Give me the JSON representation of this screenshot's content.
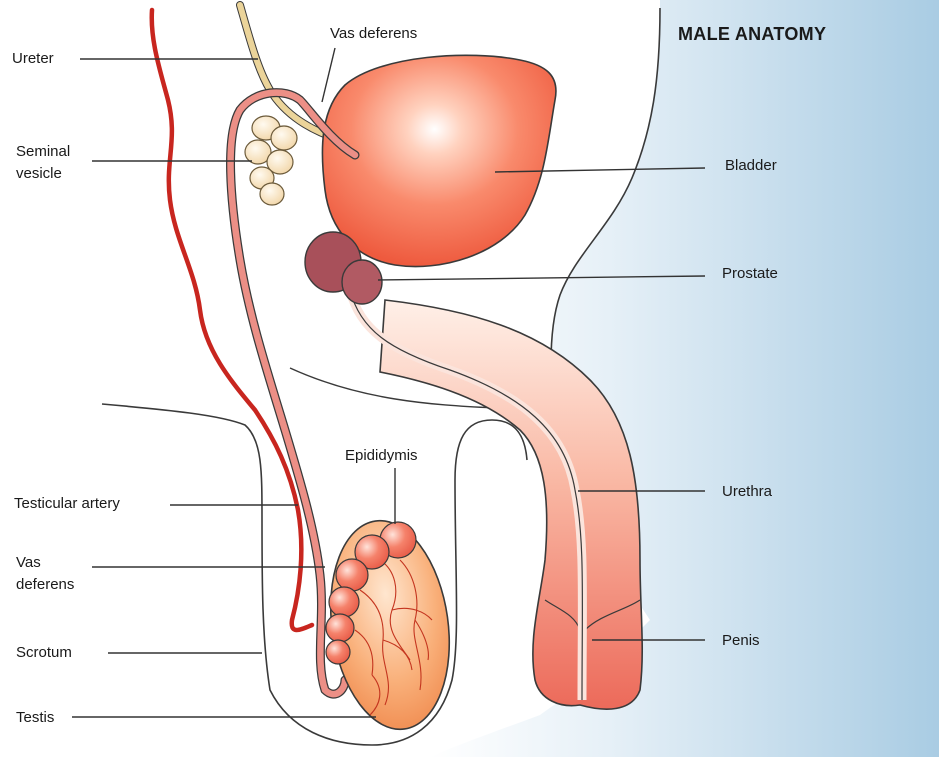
{
  "title": "MALE ANATOMY",
  "labels": {
    "ureter": "Ureter",
    "vas_deferens_top": "Vas deferens",
    "seminal_vesicle_1": "Seminal",
    "seminal_vesicle_2": "vesicle",
    "bladder": "Bladder",
    "prostate": "Prostate",
    "epididymis": "Epididymis",
    "testicular_artery": "Testicular artery",
    "vas_deferens_low_1": "Vas",
    "vas_deferens_low_2": "deferens",
    "urethra": "Urethra",
    "scrotum": "Scrotum",
    "penis": "Penis",
    "testis": "Testis"
  },
  "colors": {
    "background_blue": "#a9cce3",
    "organ_red": "#f26a4e",
    "artery_red": "#c8261f",
    "vas_pink": "#e8857a",
    "prostate_maroon": "#a8505a",
    "ureter_yellow": "#e8d08a",
    "outline": "#3a3a3a"
  }
}
